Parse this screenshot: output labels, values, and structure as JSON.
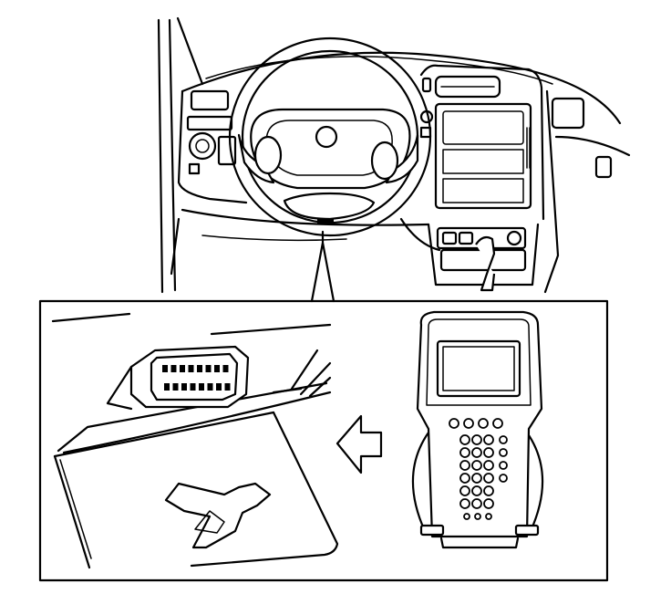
{
  "figure": {
    "type": "line-art",
    "colors": {
      "ink": "#000000",
      "paper": "#ffffff"
    },
    "parts": [
      "vehicle-interior",
      "steering-wheel",
      "center-console",
      "data-link-connector",
      "scan-tool",
      "insertion-arrow"
    ]
  }
}
